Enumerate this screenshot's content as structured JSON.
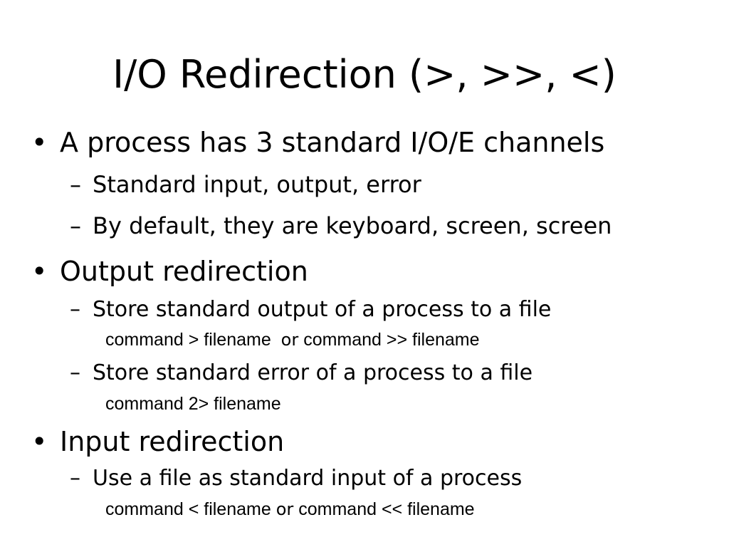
{
  "slide": {
    "title": "I/O Redirection (>, >>, <)",
    "bullet_char": "•",
    "dash_char": "–",
    "items": [
      {
        "text": "A process has 3 standard I/O/E channels",
        "subitems": [
          {
            "text": "Standard input, output, error"
          },
          {
            "text": "By default, they are keyboard, screen, screen"
          }
        ]
      },
      {
        "text": "Output redirection",
        "subitems": [
          {
            "text": "Store standard output of a process to a file",
            "command": {
              "part1": "command > filename",
              "connector": "or",
              "part2": "command >> filename"
            }
          },
          {
            "text": "Store standard error of a process to a file",
            "command": {
              "part1": "command 2> filename"
            }
          }
        ]
      },
      {
        "text": "Input redirection",
        "subitems": [
          {
            "text": "Use a file as standard input of a process",
            "command": {
              "part1": "command < filename",
              "connector": "or",
              "part2": "command << filename"
            }
          }
        ]
      }
    ]
  }
}
